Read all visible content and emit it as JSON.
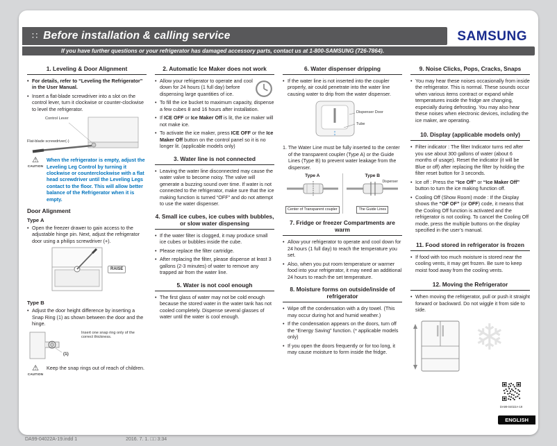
{
  "header": {
    "title": "Before installation & calling service",
    "subtitle": "If you have further questions or your refrigerator has damaged accessory parts, contact us at 1-800-SAMSUNG (726-7864).",
    "brand": "SAMSUNG"
  },
  "labels": {
    "caution": "CAUTION"
  },
  "badge": {
    "language": "ENGLISH"
  },
  "qr": {
    "label": "DA99-04022A-19"
  },
  "footer": {
    "left": "DA99-04022A-19.indd   1",
    "right": "2016. 7. 1.   □□ 3:34"
  },
  "s1": {
    "title": "1. Leveling & Door Alignment",
    "b1": "For details, refer to “Leveling the Refrigerator” in the User Manual.",
    "b2": "Insert a flat-blade screwdriver into a slot on the control lever, turn it clockwise or counter-clockwise to level the refrigerator.",
    "fig": {
      "label1": "Control Lever",
      "label2": "Flat-blade screwdriver(-)"
    },
    "caution": "When the refrigerator is empty, adjust the Leveling Leg Control by turning it clockwise or counterclockwise with a flat head screwdriver until the Leveling Legs contact to the floor. This will allow better balance of the Refrigerator when it is empty."
  },
  "door": {
    "title": "Door Alignment",
    "typeA": {
      "label": "Type A",
      "b1": "Open the freezer drawer to gain access to the adjustable hinge pin. Next, adjust the refrigerator door using a philips screwdriver (+).",
      "fig_label": "RAISE"
    },
    "typeB": {
      "label": "Type B",
      "b1": "Adjust the door height difference by inserting a Snap Ring (1) as shown between the door and the hinge.",
      "note": "Insert one snap ring only of the correct thickness.",
      "fig_label": "(1)",
      "caution": "Keep the snap rings out of reach of children."
    }
  },
  "s2": {
    "title": "2. Automatic Ice Maker does not work",
    "b1": "Allow your refrigerator to operate and cool down for 24 hours (1 full day) before dispensing large quantities of ice.",
    "b2": "To fill the ice bucket to maximum capacity, dispense a few cubes 8 and 16 hours after installation.",
    "b3": "If **ICE OFF** or **Ice Maker Off** is lit, the ice maker will not make ice.",
    "b4": "To activate the ice maker, press **ICE OFF** or the **Ice Maker Off** button on the control panel so it is no longer lit. (applicable models only)"
  },
  "s3": {
    "title": "3. Water line is not connected",
    "b1": "Leaving the water line disconnected may cause the water valve to become noisy. The valve will generate a buzzing sound over time. If water is not connected to the refrigerator, make sure that the ice making function is turned “OFF” and do not attempt to use the water dispenser."
  },
  "s4": {
    "title": "4. Small ice cubes, ice cubes with bubbles, or slow water dispensing",
    "b1": "If the water filter is clogged, it may produce small ice cubes or bubbles inside the cube.",
    "b2": "Please replace the filter cartridge.",
    "b3": "After replacing the filter, please dispense at least 3 gallons (2-3 minutes) of water to remove any trapped air from the water line."
  },
  "s5": {
    "title": "5. Water is not cool enough",
    "b1": "The first glass of water may not be cold enough because the stored water in the water tank has not cooled completely. Dispense several glasses of water until the water is cool enough."
  },
  "s6": {
    "title": "6. Water dispenser dripping",
    "b1": "If the water line is not inserted into the coupler properly, air could penetrate into the water line causing water to drip from the water dispenser.",
    "fig": {
      "label1": "Dispenser Door",
      "label2": "Tube"
    },
    "step1": "1. The Water Line must be fully inserted to the center of the transparent coupler (Type A) or the Guide Lines (Type B) to prevent water leakage from the dispenser.",
    "typeA": "Type A",
    "typeB": "Type B",
    "dispenser_label": "Dispenser",
    "capA": "Center of Transparent coupler",
    "capB": "The Guide Lines"
  },
  "s7": {
    "title": "7. Fridge or freezer Compartments are warm",
    "b1": "Allow your refrigerator to operate and cool down for 24 hours (1 full day) to reach the temperature you set.",
    "b2": "Also, when you put room temperature or warmer food into your refrigerator, it may need an additional 24 hours to reach the set temperature."
  },
  "s8": {
    "title": "8. Moisture forms on outside/inside of refrigerator",
    "b1": "Wipe off the condensation with a dry towel. (This may occur during hot and humid weather.)",
    "b2": "If the condensation appears on the doors, turn off the “Energy Saving” function. (* applicable models only)",
    "b3": "If you open the doors frequently or for too long, it may cause moisture to form inside the fridge."
  },
  "s9": {
    "title": "9. Noise Clicks, Pops, Cracks, Snaps",
    "b1": "You may hear these noises occasionally from inside the refrigerator. This is normal. These sounds occur when various items contract or expand while temperatures inside the fridge are changing, especially during defrosting. You may also hear these noises when electronic devices, including the ice maker, are operating."
  },
  "s10": {
    "title": "10. Display (applicable models only)",
    "b1": "Filter indicator : The filter Indicator turns red after you use about 300 gallons of water (about 6 months of usage). Reset the indicator (it will be Blue or off) after replacing the filter by holding the filter reset button for 3 seconds.",
    "b2": "Ice off : Press the **“Ice Off”** or **“Ice Maker Off”** button to turn the ice making function off.",
    "b3": "Cooling Off (Show Room) mode : If the Display shows the **“OF OF”** (or **OFF**) code, it means that the Cooling Off function is activated and the refrigerator is not cooling. To cancel the Cooling Off mode, press the multiple buttons on the display specified in the user’s manual."
  },
  "s11": {
    "title": "11. Food stored in refrigerator is frozen",
    "b1": "If food with too much moisture is stored near the cooling vents, it may get frozen. Be sure to keep moist food away from the cooling vents."
  },
  "s12": {
    "title": "12. Moving the Refrigerator",
    "b1": "When moving the refrigerator, pull or push it straight forward or backward. Do not wiggle it from side to side."
  }
}
